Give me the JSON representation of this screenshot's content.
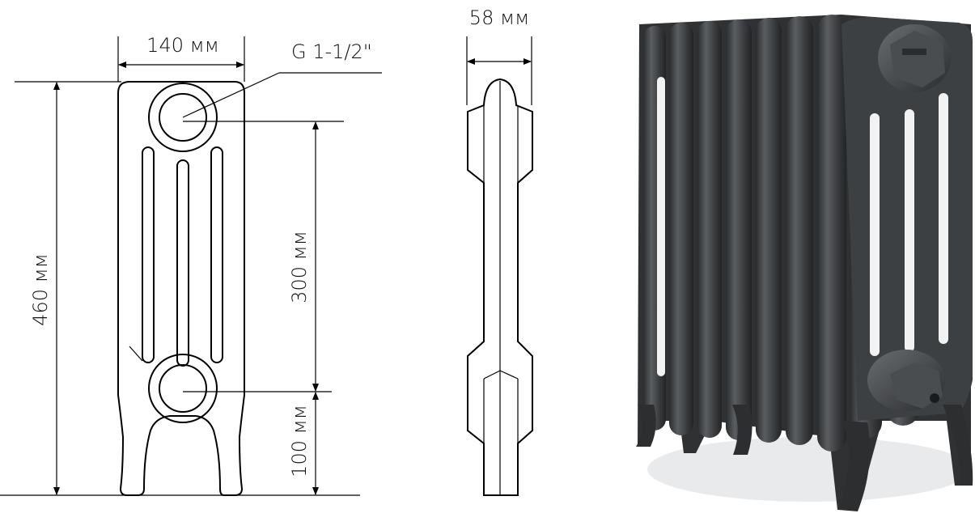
{
  "front_view": {
    "width_label": "140 мм",
    "thread_label": "G 1-1/2\"",
    "height_label": "460 мм",
    "axis_distance_label": "300 мм",
    "bottom_offset_label": "100 мм"
  },
  "side_view": {
    "depth_label": "58 мм"
  },
  "colors": {
    "line": "#000000",
    "radiator_body": "#3a3c3e",
    "radiator_highlight": "#5b5e61"
  }
}
